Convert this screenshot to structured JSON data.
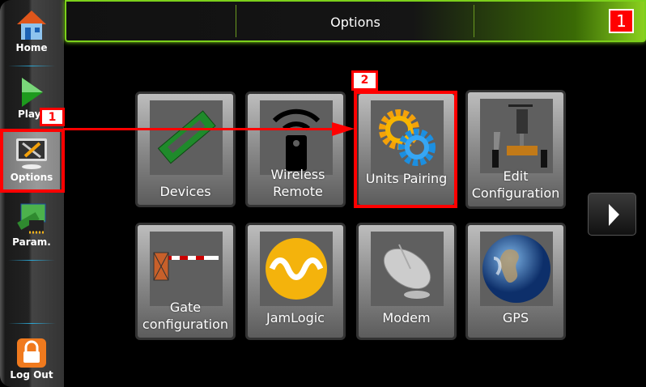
{
  "sidebar": {
    "items": [
      {
        "label": "Home",
        "icon": "home-icon"
      },
      {
        "label": "Play",
        "icon": "play-icon"
      },
      {
        "label": "Options",
        "icon": "options-icon",
        "active": true
      },
      {
        "label": "Param.",
        "icon": "parameters-icon"
      },
      {
        "label": "Log Out",
        "icon": "lock-icon"
      }
    ]
  },
  "header": {
    "title": "Options",
    "badge": "1"
  },
  "tiles": [
    {
      "label": "Devices",
      "icon": "memory-module-icon"
    },
    {
      "label": "Wireless Remote",
      "icon": "wireless-remote-icon"
    },
    {
      "label": "Units Pairing",
      "icon": "gears-icon"
    },
    {
      "label": "Edit Configuration",
      "icon": "vehicle-configuration-icon"
    },
    {
      "label": "Gate configuration",
      "icon": "barrier-gate-icon"
    },
    {
      "label": "JamLogic",
      "icon": "jamlogic-icon"
    },
    {
      "label": "Modem",
      "icon": "satellite-dish-icon"
    },
    {
      "label": "GPS",
      "icon": "globe-icon"
    }
  ],
  "next": {
    "icon": "chevron-right-icon"
  },
  "annotations": {
    "step1": "1",
    "step2": "2",
    "color": "#ff0000"
  }
}
